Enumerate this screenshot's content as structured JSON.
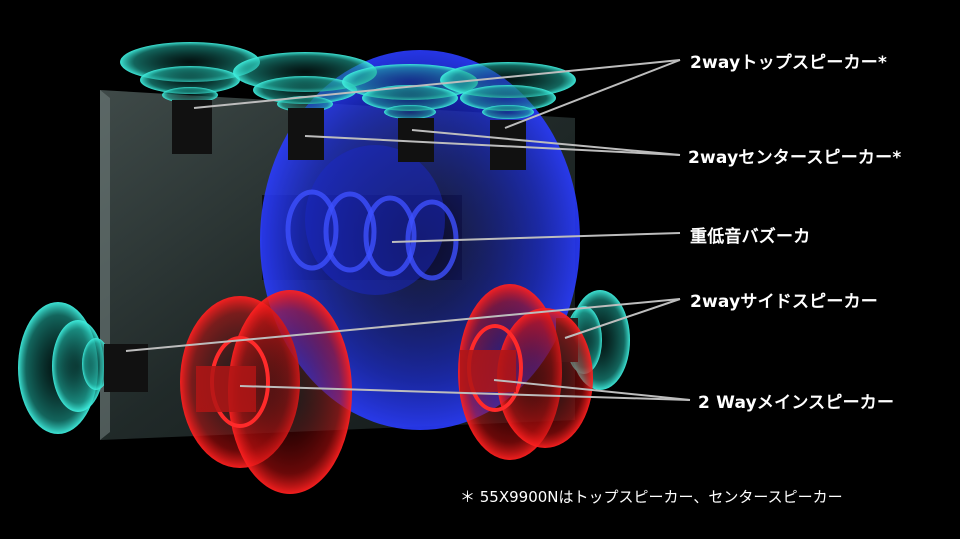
{
  "labels": {
    "top_speaker": "2wayトップスピーカー*",
    "center_speaker": "2wayセンタースピーカー*",
    "woofer": "重低音バズーカ",
    "side_speaker": "2wayサイドスピーカー",
    "main_speaker": "2 Wayメインスピーカー"
  },
  "footnote": "＊ 55X9900Nはトップスピーカー、センタースピーカー",
  "colors": {
    "background": "#000000",
    "cyan_speaker": "#2fd6c8",
    "blue_woofer": "#2233ee",
    "red_main": "#ee1a1a",
    "leader_line": "#bdbdbd",
    "tv_panel": "#3a4644"
  }
}
